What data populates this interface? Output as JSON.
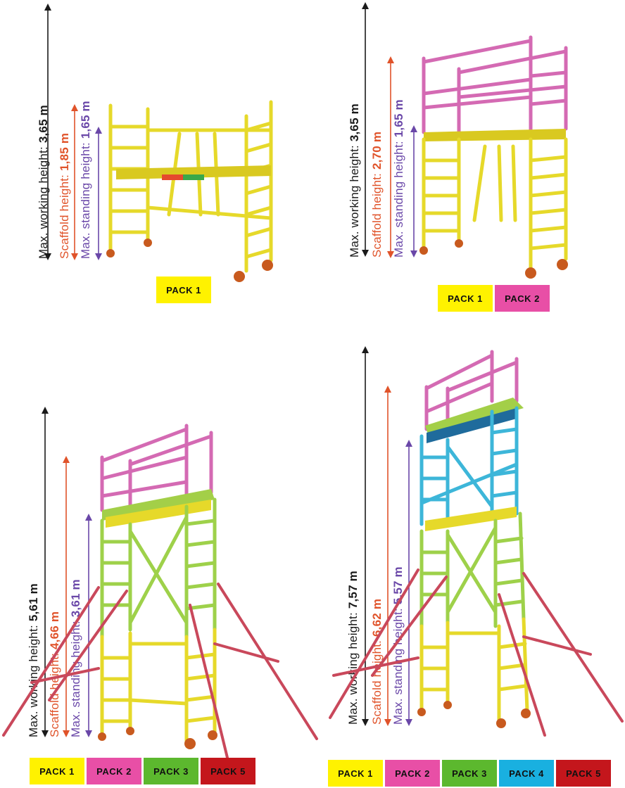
{
  "configs": [
    {
      "id": "p1",
      "working": {
        "label": "Max. working height:",
        "value": "3,65 m"
      },
      "scaffold": {
        "label": "Scaffold height:",
        "value": "1,85 m"
      },
      "standing": {
        "label": "Max. standing height:",
        "value": "1,65 m"
      },
      "packs": [
        {
          "label": "PACK 1",
          "color": "#fff200"
        }
      ]
    },
    {
      "id": "p2",
      "working": {
        "label": "Max. working height:",
        "value": "3,65 m"
      },
      "scaffold": {
        "label": "Scaffold height:",
        "value": "2,70 m"
      },
      "standing": {
        "label": "Max. standing height:",
        "value": "1,65 m"
      },
      "packs": [
        {
          "label": "PACK 1",
          "color": "#fff200"
        },
        {
          "label": "PACK 2",
          "color": "#e84fa6"
        }
      ]
    },
    {
      "id": "p3",
      "working": {
        "label": "Max. working height:",
        "value": "5,61 m"
      },
      "scaffold": {
        "label": "Scaffold height:",
        "value": "4,66 m"
      },
      "standing": {
        "label": "Max. standing height:",
        "value": "3,61 m"
      },
      "packs": [
        {
          "label": "PACK 1",
          "color": "#fff200"
        },
        {
          "label": "PACK 2",
          "color": "#e84fa6"
        },
        {
          "label": "PACK 3",
          "color": "#5cb82e"
        },
        {
          "label": "PACK 5",
          "color": "#c4161c"
        }
      ]
    },
    {
      "id": "p4",
      "working": {
        "label": "Max. working height:",
        "value": "7,57 m"
      },
      "scaffold": {
        "label": "Scaffold height:",
        "value": "6,62 m"
      },
      "standing": {
        "label": "Max. standing height:",
        "value": "5,57 m"
      },
      "packs": [
        {
          "label": "PACK 1",
          "color": "#fff200"
        },
        {
          "label": "PACK 2",
          "color": "#e84fa6"
        },
        {
          "label": "PACK 3",
          "color": "#5cb82e"
        },
        {
          "label": "PACK 4",
          "color": "#19b0e0"
        },
        {
          "label": "PACK 5",
          "color": "#c4161c"
        }
      ]
    }
  ],
  "colors": {
    "working_text": "#1a1a1a",
    "scaffold_text": "#e0532a",
    "standing_text": "#6a47a8",
    "frame_yellow": "#f2ea3a",
    "frame_pink": "#d46ab3",
    "frame_green": "#9ed14a",
    "frame_blue": "#3db6d9",
    "outrigger_red": "#c9485b"
  }
}
